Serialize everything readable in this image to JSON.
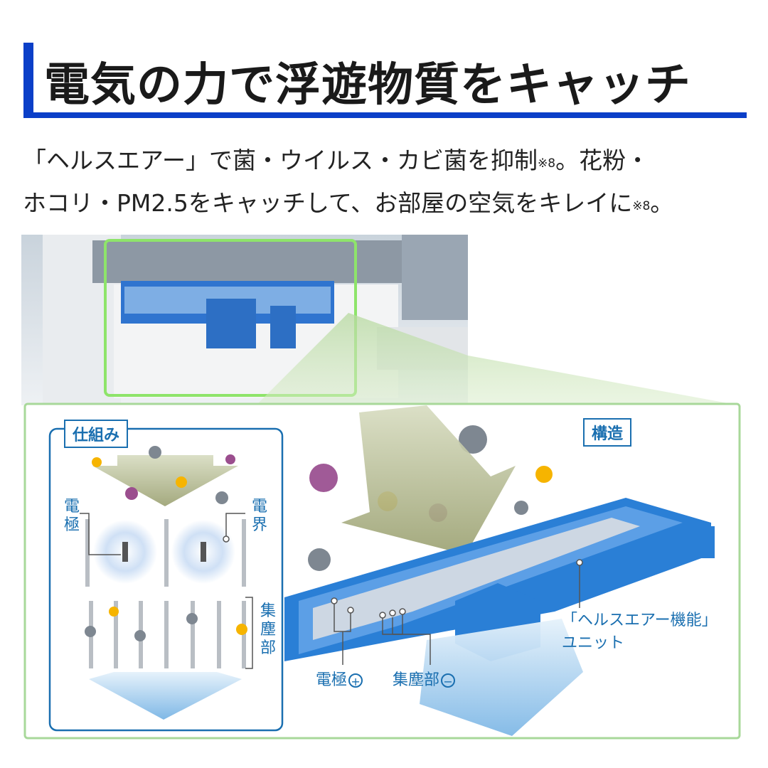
{
  "title": "電気の力で浮遊物質をキャッチ",
  "lead": {
    "line1_text": "「ヘルスエアー」で菌・ウイルス・カビ菌を抑制",
    "line1_note": "※8",
    "line1_tail": "。花粉・",
    "line2_text": "ホコリ・PM2.5をキャッチして、お部屋の空気をキレイに",
    "line2_note": "※8",
    "line2_tail": "。"
  },
  "mechanism": {
    "badge": "仕組み",
    "electrode_label": "電極",
    "field_label": "電界",
    "collector_label": "集塵部"
  },
  "structure": {
    "badge": "構造",
    "unit_label_line1": "「ヘルスエアー機能」",
    "unit_label_line2": "ユニット",
    "electrode_label": "電極",
    "electrode_sign": "+",
    "collector_label": "集塵部",
    "collector_sign": "−"
  },
  "colors": {
    "accent_blue": "#0b3fc8",
    "label_blue": "#1a6fb0",
    "panel_border": "#a8d89a",
    "unit_blue": "#2a7fd6"
  }
}
